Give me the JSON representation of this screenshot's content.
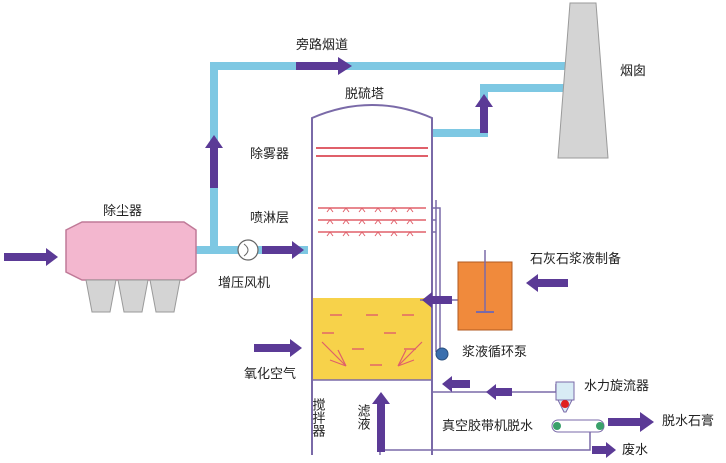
{
  "labels": {
    "bypass_flue": "旁路烟道",
    "chimney": "烟囱",
    "desulfurization_tower": "脱硫塔",
    "demister": "除雾器",
    "dust_collector": "除尘器",
    "spray_layer": "喷淋层",
    "booster_fan": "增压风机",
    "limestone_slurry_prep": "石灰石浆液制备",
    "slurry_circulation_pump": "浆液循环泵",
    "oxidation_air": "氧化空气",
    "hydrocyclone": "水力旋流器",
    "agitator": "搅拌器",
    "filtrate": "滤液",
    "vacuum_belt_dewatering": "真空胶带机脱水",
    "dewatered_gypsum": "脱水石膏",
    "waste_water": "废水"
  },
  "colors": {
    "flue_pipe": "#7ec8e3",
    "flow_arrow": "#5b3a96",
    "chimney_fill": "#d4d4d4",
    "dust_collector_fill": "#f3b7cf",
    "slurry_fill": "#f7d24a",
    "prep_tank_fill": "#f08a3c",
    "tower_outline": "#7a6aa8",
    "spray_mark": "#e0606a"
  }
}
